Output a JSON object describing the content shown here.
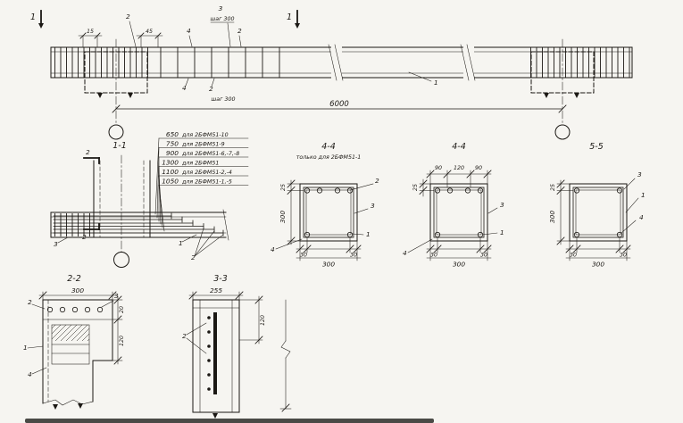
{
  "meta": {
    "bg": "#f6f5f1",
    "ink": "#1b1814"
  },
  "elevation": {
    "cut_left": "1",
    "cut_right": "1",
    "dim_15": "15",
    "dim_45": "45",
    "callout_2a": "2",
    "callout_4a": "4",
    "callout_3": "3",
    "step_top": "шаг 300",
    "callout_2b": "2",
    "callout_4b": "4",
    "callout_2c": "2",
    "step_bottom": "шаг 300",
    "callout_1": "1",
    "span": "6000"
  },
  "bar_table": {
    "rows": [
      {
        "len": "650",
        "note": "для 2БФМ51-10"
      },
      {
        "len": "750",
        "note": "для 2БФМ51-9"
      },
      {
        "len": "900",
        "note": "для 2БФМ51-6,-7,-8"
      },
      {
        "len": "1300",
        "note": "для 2БФМ51"
      },
      {
        "len": "1100",
        "note": "для 2БФМ51-2,-4"
      },
      {
        "len": "1050",
        "note": "для 2БФМ51-1,-5"
      }
    ]
  },
  "sec11": {
    "title": "1-1",
    "cut_top": "2",
    "cut_bottom": "2",
    "callout_3": "3",
    "callout_1": "1",
    "callout_2": "2"
  },
  "sec44a": {
    "title": "4-4",
    "subtitle": "только для 2БФМ51-1",
    "callout_2": "2",
    "callout_3": "3",
    "callout_1": "1",
    "callout_4": "4",
    "dim_cover": "25",
    "dim_h": "300",
    "dim_b_left": "30",
    "dim_b": "300",
    "dim_b_right": "30"
  },
  "sec44b": {
    "title": "4-4",
    "dims_top": [
      "90",
      "120",
      "90"
    ],
    "dim_cover": "25",
    "callout_3": "3",
    "callout_1": "1",
    "callout_4": "4",
    "dim_b_left": "30",
    "dim_b": "300",
    "dim_b_right": "30"
  },
  "sec55": {
    "title": "5-5",
    "dim_cover": "25",
    "dim_h": "300",
    "callout_3": "3",
    "callout_1": "1",
    "callout_4": "4",
    "dim_b_left": "30",
    "dim_b": "300",
    "dim_b_right": "30"
  },
  "sec22": {
    "title": "2-2",
    "dim_w": "300",
    "dim_r1": "20",
    "dim_r2": "120",
    "callout_2": "2",
    "callout_3": "3",
    "callout_1": "1",
    "callout_4": "4"
  },
  "sec33": {
    "title": "3-3",
    "dim_w": "255",
    "dim_r": "120",
    "callout_2": "2"
  }
}
